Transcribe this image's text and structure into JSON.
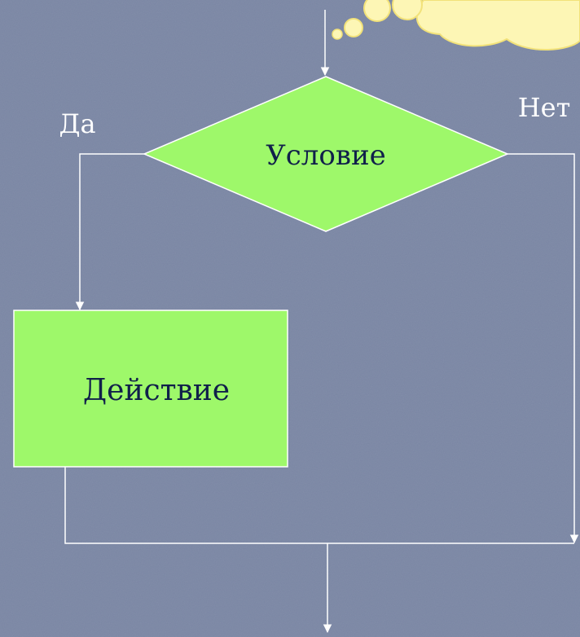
{
  "diagram": {
    "decision": {
      "label": "Условие"
    },
    "action": {
      "label": "Действие"
    },
    "branches": {
      "yes": "Да",
      "no": "Нет"
    },
    "colors": {
      "background": "#7b87a5",
      "shape_fill": "#9ef86a",
      "text": "#10204a",
      "lines": "#ffffff",
      "thought_cloud": "#fdf6b5"
    }
  }
}
